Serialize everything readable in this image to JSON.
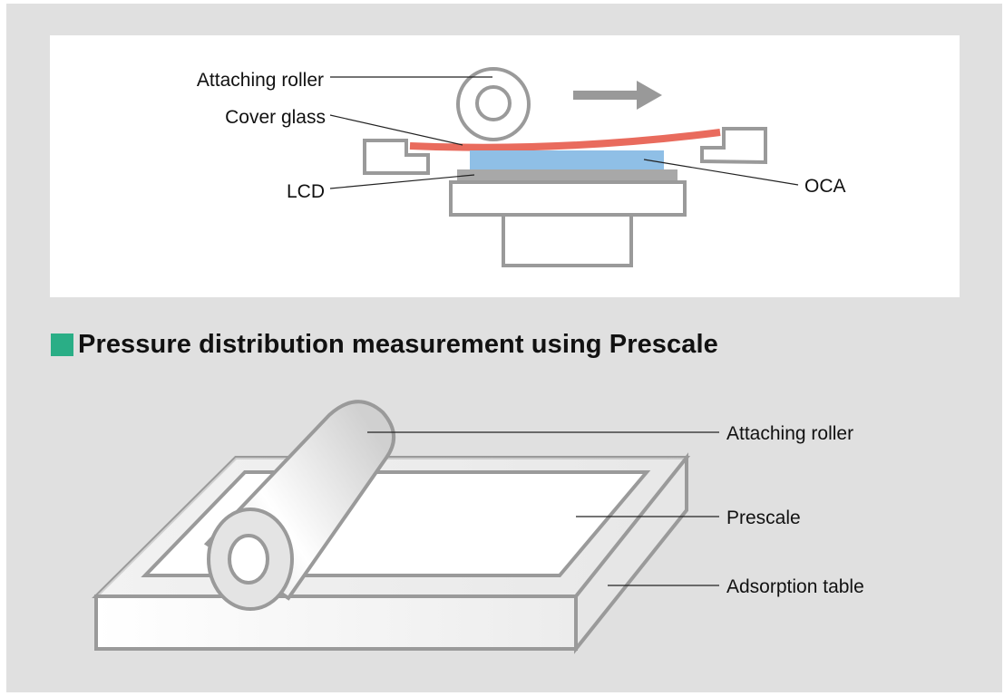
{
  "top_diagram": {
    "labels": {
      "attaching_roller": "Attaching roller",
      "cover_glass": "Cover glass",
      "lcd": "LCD",
      "oca": "OCA"
    },
    "direction_icon": "arrow-right-icon",
    "colors": {
      "cover_glass": "#e96b5d",
      "oca": "#8fbfe6",
      "lcd": "#a8a8a8",
      "outline": "#9a9a9a"
    }
  },
  "section": {
    "marker_color": "#2aae86",
    "title": "Pressure distribution measurement using Prescale"
  },
  "bottom_diagram": {
    "labels": {
      "attaching_roller": "Attaching roller",
      "prescale": "Prescale",
      "adsorption_table": "Adsorption table"
    }
  }
}
